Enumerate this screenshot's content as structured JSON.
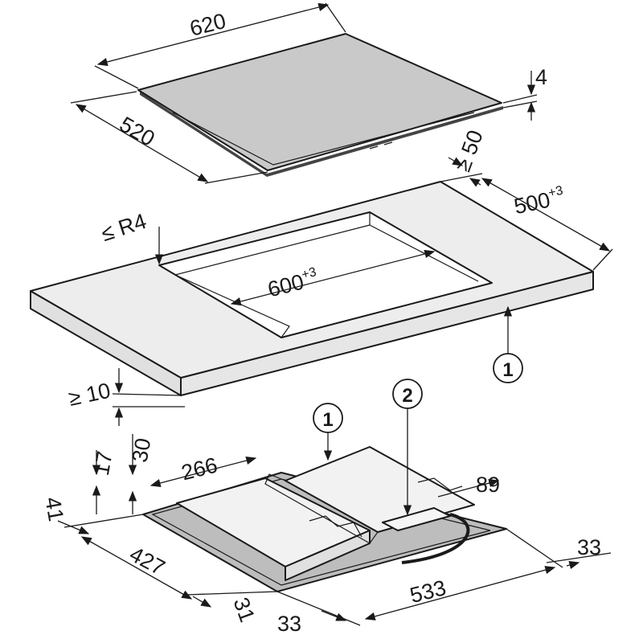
{
  "hob": {
    "width": "620",
    "depth": "520",
    "thickness": "4"
  },
  "countertop": {
    "back_clearance": "≥ 50",
    "cutout_depth": "500",
    "cutout_depth_tol": "+3",
    "corner_radius": "≤ R4",
    "cutout_width": "600",
    "cutout_width_tol": "+3",
    "callout": "1",
    "min_gap": "≥ 10"
  },
  "underside": {
    "callout_1": "1",
    "callout_2": "2",
    "dim_17": "17",
    "dim_30": "30",
    "dim_266": "266",
    "dim_89": "89",
    "dim_41": "41",
    "dim_427": "427",
    "dim_33_right": "33",
    "dim_533": "533",
    "dim_31": "31",
    "dim_33_bottom": "33"
  },
  "colors": {
    "glass": "#c9c9c9",
    "worktop": "#ebebeb",
    "line": "#1a1a1a"
  }
}
